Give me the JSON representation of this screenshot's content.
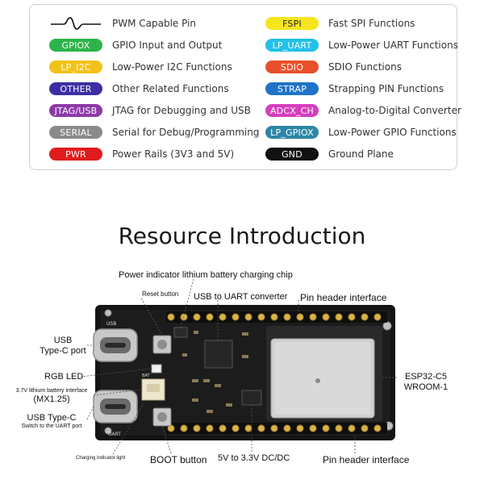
{
  "legend": {
    "left": [
      {
        "type": "wave",
        "label": "PWM Capable Pin",
        "icon": "pwm-wave-icon"
      },
      {
        "tag": "GPIOX",
        "color": "#2eb34a",
        "label": "GPIO Input and Output"
      },
      {
        "tag": "LP_I2C",
        "color": "#f2c21a",
        "text_color": "#ffffff",
        "label": "Low-Power I2C Functions"
      },
      {
        "tag": "OTHER",
        "color": "#3c2fa3",
        "label": "Other Related Functions"
      },
      {
        "tag": "JTAG/USB",
        "color": "#8e3aa8",
        "label": "JTAG for Debugging and USB"
      },
      {
        "tag": "SERIAL",
        "color": "#8a8a8a",
        "label": "Serial for Debug/Programming"
      },
      {
        "tag": "PWR",
        "color": "#e01b1b",
        "label": "Power Rails (3V3 and 5V)"
      }
    ],
    "right": [
      {
        "tag": "FSPI",
        "color": "#f7e61f",
        "text_color": "#333333",
        "label": "Fast SPI Functions"
      },
      {
        "tag": "LP_UART",
        "color": "#22c0e8",
        "label": "Low-Power UART Functions"
      },
      {
        "tag": "SDIO",
        "color": "#e8502b",
        "label": "SDIO Functions"
      },
      {
        "tag": "STRAP",
        "color": "#1f74c8",
        "label": "Strapping PIN Functions"
      },
      {
        "tag": "ADCX_CH",
        "color": "#d63fbd",
        "label": "Analog-to-Digital Converter"
      },
      {
        "tag": "LP_GPIOX",
        "color": "#2d86a6",
        "label": "Low-Power GPIO Functions"
      },
      {
        "tag": "GND",
        "color": "#111111",
        "label": "Ground Plane"
      }
    ]
  },
  "title": "Resource Introduction",
  "callouts": {
    "power_chip": "Power indicator lithium battery charging chip",
    "reset": "Reset button",
    "usb_uart": "USB to UART converter",
    "pin_header_top": "Pin header interface",
    "usb_typec_1": "USB",
    "usb_typec_2": "Type-C port",
    "rgb_led": "RGB LED",
    "battery_1": "3.7V lithium battery interface",
    "battery_2": "(MX1.25)",
    "usb_switch_1": "USB Type-C",
    "usb_switch_2": "Switch to the UART port",
    "charging": "Charging indicator light",
    "boot": "BOOT button",
    "dcdc": "5V to 3.3V DC/DC",
    "pin_header_bottom": "Pin header interface",
    "module_1": "ESP32-C5",
    "module_2": "WROOM-1"
  },
  "board": {
    "silk_usb_top": "USB",
    "silk_usb_bottom": "UART",
    "silk_bat": "BAT"
  }
}
